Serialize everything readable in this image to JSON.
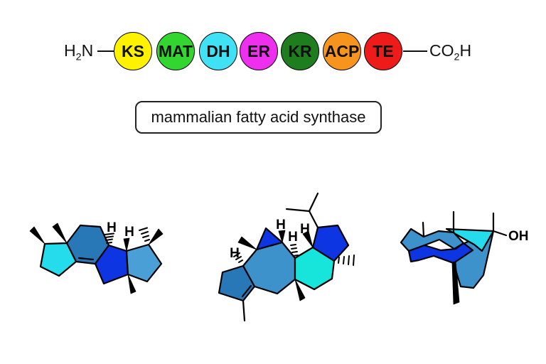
{
  "header": {
    "n_terminus": {
      "pre": "H",
      "sub": "2",
      "post": "N"
    },
    "c_terminus": {
      "pre": "CO",
      "sub": "2",
      "post": "H"
    },
    "domains": [
      {
        "label": "KS",
        "color": "#FFF200"
      },
      {
        "label": "MAT",
        "color": "#33D631"
      },
      {
        "label": "DH",
        "color": "#40E0F5"
      },
      {
        "label": "ER",
        "color": "#EE2FEE"
      },
      {
        "label": "KR",
        "color": "#1E7D1E"
      },
      {
        "label": "ACP",
        "color": "#F7941D"
      },
      {
        "label": "TE",
        "color": "#EE1B1B"
      }
    ]
  },
  "caption": {
    "text": "mammalian fatty acid synthase"
  },
  "molecules": {
    "palette": {
      "cyan_bright": "#25DCEC",
      "cyan_green": "#17E5DC",
      "blue_vivid": "#0D35E2",
      "blue_medium": "#3E92CC",
      "blue_light": "#4A9FD6",
      "blue_dark": "#2878B8",
      "outline": "#000000"
    },
    "structure1": {
      "h_labels": [
        "H",
        "H"
      ]
    },
    "structure2": {
      "h_labels": [
        "H",
        "H",
        "H",
        "H"
      ]
    },
    "structure3": {
      "oh_label": "OH"
    }
  }
}
